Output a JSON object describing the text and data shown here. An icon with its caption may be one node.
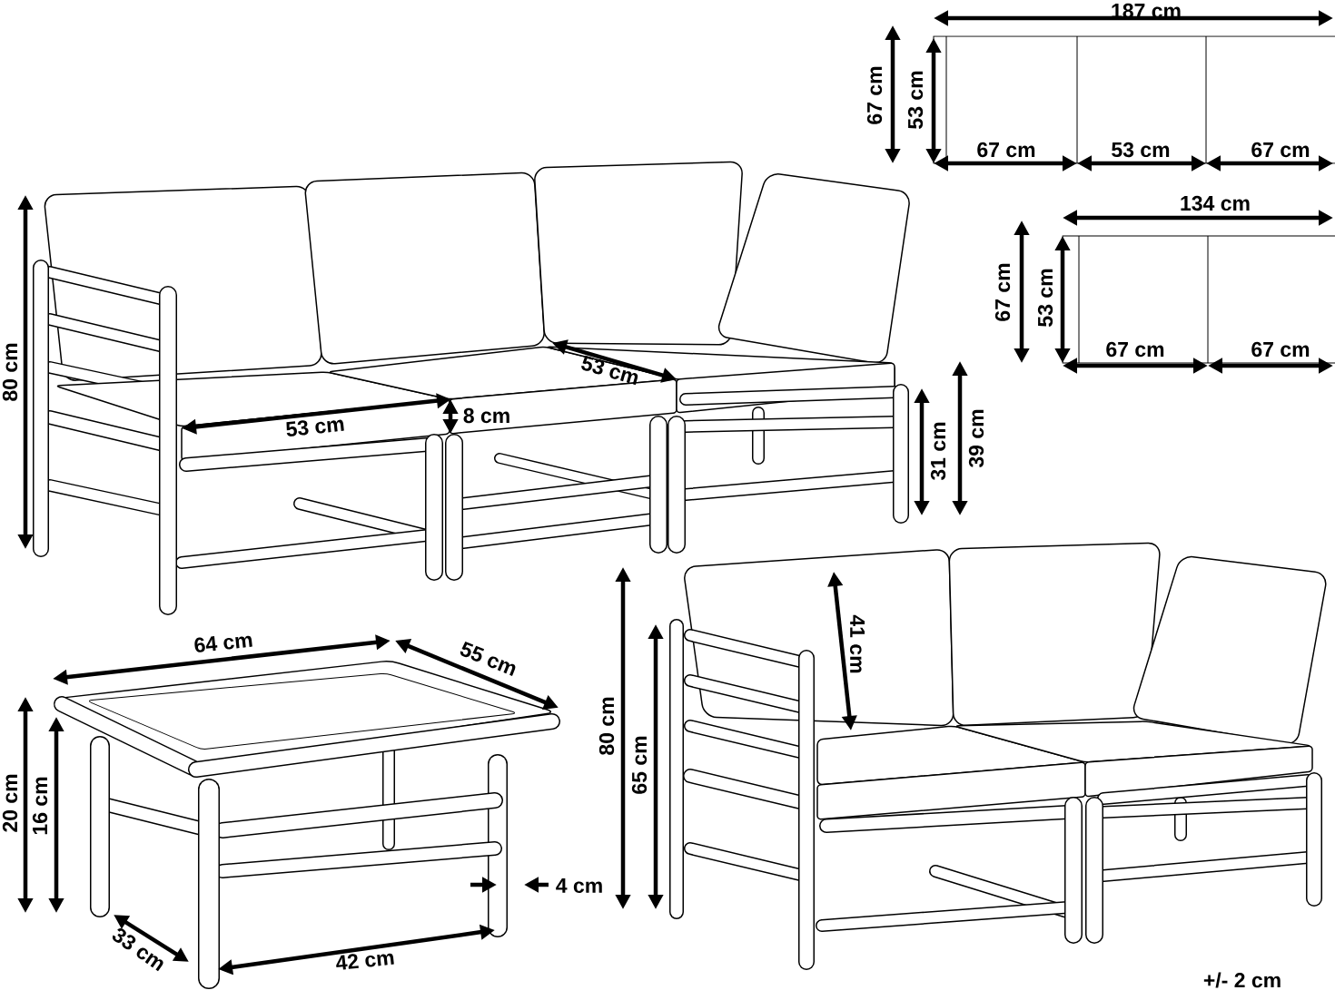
{
  "diagram": {
    "labels": [
      "187 cm",
      "67 cm",
      "53 cm",
      "67 cm",
      "53 cm",
      "67 cm",
      "134 cm",
      "67 cm",
      "53 cm",
      "67 cm",
      "67 cm",
      "80 cm",
      "53 cm",
      "8 cm",
      "53 cm",
      "31 cm",
      "39 cm",
      "64 cm",
      "55 cm",
      "20 cm",
      "16 cm",
      "4 cm",
      "33 cm",
      "42 cm",
      "80 cm",
      "65 cm",
      "41 cm",
      "+/- 2 cm"
    ]
  }
}
